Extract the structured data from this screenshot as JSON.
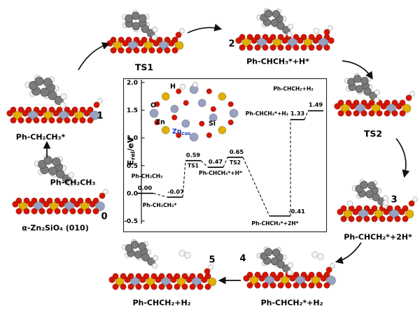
{
  "colors": {
    "oxygen": "#d61500",
    "silicon": "#e2af00",
    "zinc": "#97a1c2",
    "carbon": "#7b7b7b",
    "hydrogen": "#f4f4f4",
    "zncus_label": "#1535cc"
  },
  "cycle": {
    "states": [
      {
        "num": "0",
        "species": "α-Zn₂SiO₄ (010)"
      },
      {
        "num": "1",
        "species": "Ph-CH₂CH₃*"
      },
      {
        "num": "2",
        "species": "Ph-CHCH₃*+H*"
      },
      {
        "num": "3",
        "species": "Ph-CHCH₂*+2H*"
      },
      {
        "num": "4",
        "species": "Ph-CHCH₂*+H₂"
      },
      {
        "num": "5",
        "species": "Ph-CHCH₂+H₂"
      }
    ],
    "transition_states": [
      {
        "label": "TS1"
      },
      {
        "label": "TS2"
      }
    ],
    "gas_species": "Ph-CH₂CH₃"
  },
  "inset": {
    "axis": {
      "main": "E",
      "sub": "rel",
      "unit": "/eV"
    },
    "structure_labels": {
      "h": "H",
      "o": "O",
      "zn": "Zn",
      "si": "Si",
      "zncus_main": "Zn",
      "zncus_sub": "cus"
    }
  },
  "chart_data": {
    "type": "line",
    "subtype": "reaction-energy-profile",
    "ylabel": "E_rel/eV",
    "ylim": [
      -0.5,
      2.0
    ],
    "yticks": [
      "2.0",
      "1.5",
      "1.0",
      "0.5",
      "0.0",
      "-0.5"
    ],
    "grid": false,
    "points": [
      {
        "species": "Ph-CH₂CH₃",
        "value": 0.0,
        "value_label": "0.00"
      },
      {
        "species": "Ph-CH₂CH₃*",
        "value": -0.07,
        "value_label": "-0.07"
      },
      {
        "species": "TS1",
        "value": 0.59,
        "value_label": "0.59"
      },
      {
        "species": "Ph-CHCH₃*+H*",
        "value": 0.47,
        "value_label": "0.47"
      },
      {
        "species": "TS2",
        "value": 0.65,
        "value_label": "0.65"
      },
      {
        "species": "Ph-CHCH₂*+2H*",
        "value": -0.41,
        "value_label": "-0.41"
      },
      {
        "species": "Ph-CHCH₂*+H₂",
        "value": 1.33,
        "value_label": "1.33"
      },
      {
        "species": "Ph-CHCH₂+H₂",
        "value": 1.49,
        "value_label": "1.49"
      }
    ]
  }
}
